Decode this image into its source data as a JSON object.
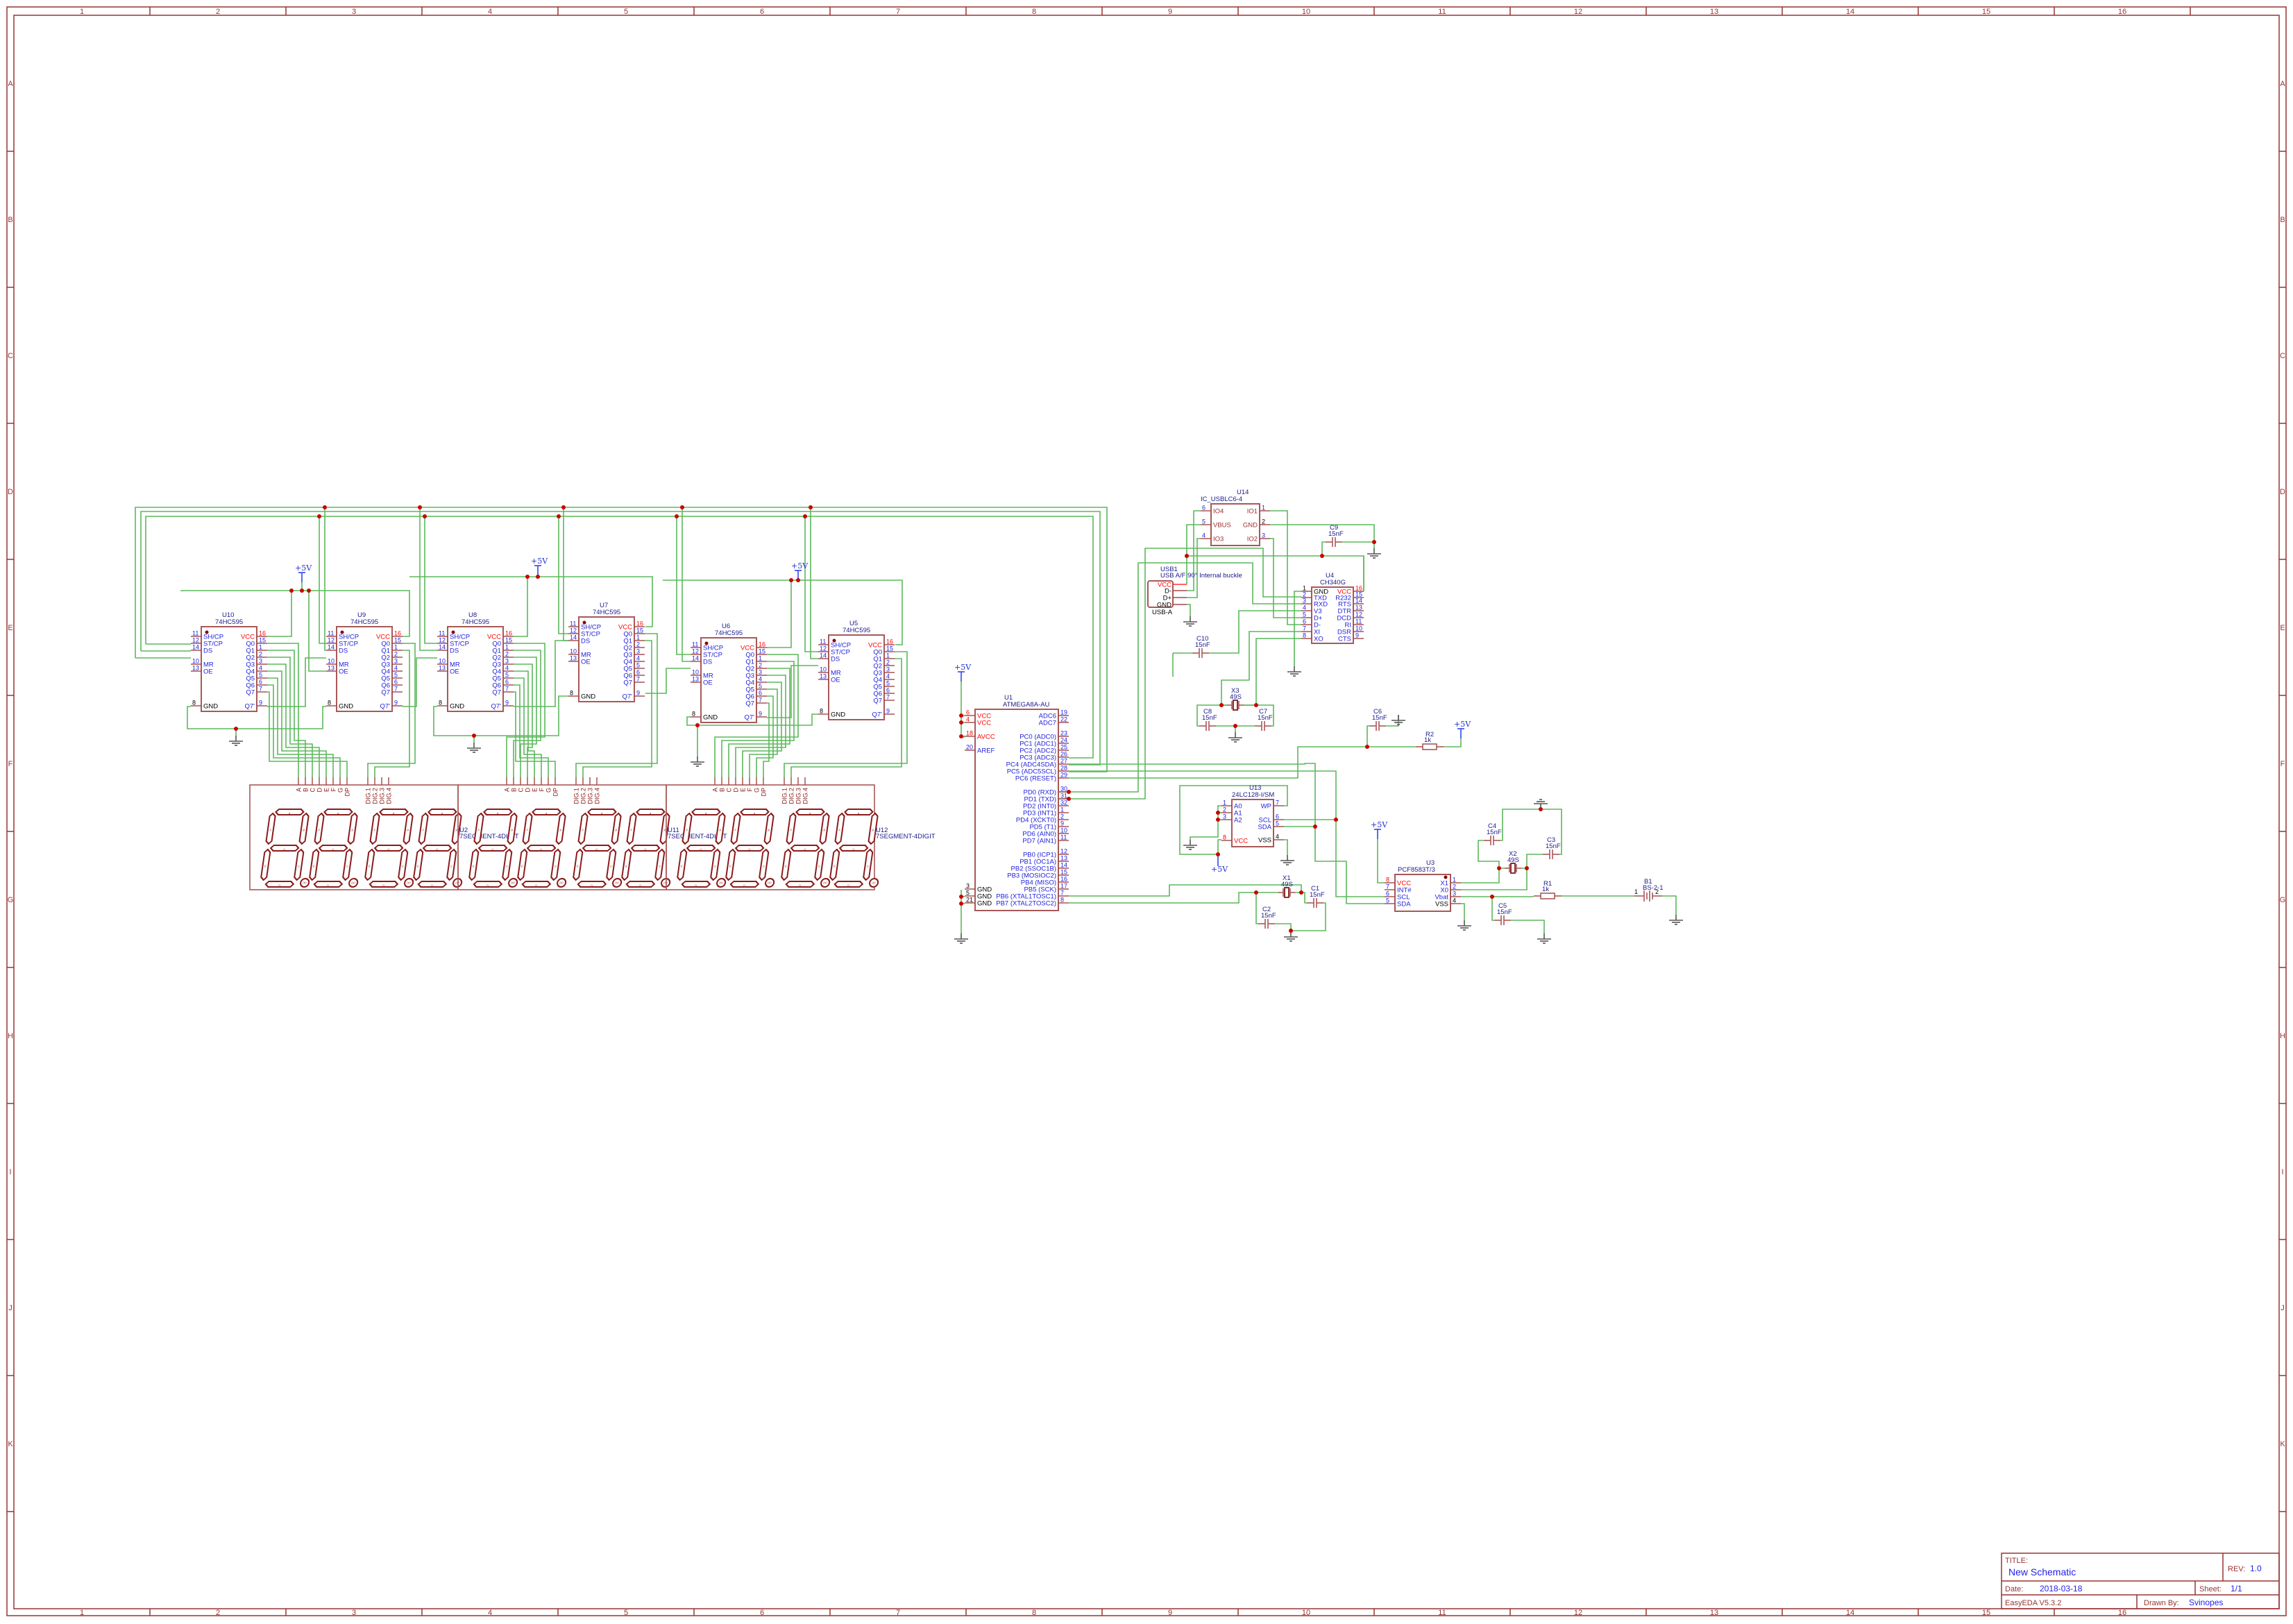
{
  "frame": {
    "columns": [
      "1",
      "2",
      "3",
      "4",
      "5",
      "6",
      "7",
      "8",
      "9",
      "10",
      "11",
      "12",
      "13",
      "14",
      "15",
      "16"
    ],
    "rows": [
      "A",
      "B",
      "C",
      "D",
      "E",
      "F",
      "G",
      "H",
      "I",
      "J",
      "K"
    ]
  },
  "title_block": {
    "title_label": "TITLE:",
    "title": "New Schematic",
    "rev_label": "REV:",
    "rev": "1.0",
    "date_label": "Date:",
    "date": "2018-03-18",
    "sheet_label": "Sheet:",
    "sheet": "1/1",
    "software": "EasyEDA V5.3.2",
    "drawn_by_label": "Drawn By:",
    "drawn_by": "Svinopes"
  },
  "colors": {
    "frame": "#993333",
    "wire": "#5cb85c",
    "pin_name": "#2222dd",
    "power_pin": "#ff0000",
    "junction": "#cc0000",
    "component_outline": "#a85858",
    "designator": "#1a1a8c"
  },
  "power_label": "+5V",
  "shift_register_pins": {
    "left": [
      [
        "11",
        "SH/CP"
      ],
      [
        "12",
        "ST/CP"
      ],
      [
        "14",
        "DS"
      ],
      [
        "10",
        "MR"
      ],
      [
        "13",
        "OE"
      ],
      [
        "8",
        "GND"
      ]
    ],
    "right": [
      [
        "16",
        "VCC"
      ],
      [
        "15",
        "Q0"
      ],
      [
        "1",
        "Q1"
      ],
      [
        "2",
        "Q2"
      ],
      [
        "3",
        "Q3"
      ],
      [
        "4",
        "Q4"
      ],
      [
        "5",
        "Q5"
      ],
      [
        "6",
        "Q6"
      ],
      [
        "7",
        "Q7"
      ],
      [
        "9",
        "Q7'"
      ]
    ]
  },
  "shift_registers": [
    {
      "ref": "U10",
      "value": "74HC595"
    },
    {
      "ref": "U9",
      "value": "74HC595"
    },
    {
      "ref": "U8",
      "value": "74HC595"
    },
    {
      "ref": "U7",
      "value": "74HC595"
    },
    {
      "ref": "U6",
      "value": "74HC595"
    },
    {
      "ref": "U5",
      "value": "74HC595"
    }
  ],
  "displays": [
    {
      "ref": "U2",
      "value": "7SEGMENT-4DIGIT"
    },
    {
      "ref": "U11",
      "value": "7SEGMENT-4DIGIT"
    },
    {
      "ref": "U12",
      "value": "7SEGMENT-4DIGIT"
    }
  ],
  "display_pins": [
    "A",
    "B",
    "C",
    "D",
    "E",
    "F",
    "G",
    "DP",
    "DIG.1",
    "DIG.2",
    "DIG.3",
    "DIG.4"
  ],
  "segment_letters": [
    "A",
    "B",
    "C",
    "D",
    "E",
    "F",
    "G",
    "DP"
  ],
  "mcu": {
    "ref": "U1",
    "value": "ATMEGA8A-AU",
    "left": [
      [
        "6",
        "VCC"
      ],
      [
        "4",
        "VCC"
      ],
      [
        "18",
        "AVCC"
      ],
      [
        "20",
        "AREF"
      ],
      [
        "3",
        "GND"
      ],
      [
        "5",
        "GND"
      ],
      [
        "21",
        "GND"
      ]
    ],
    "right": [
      [
        "19",
        "ADC6"
      ],
      [
        "22",
        "ADC7"
      ],
      [
        "23",
        "PC0 (ADC0)"
      ],
      [
        "24",
        "PC1 (ADC1)"
      ],
      [
        "25",
        "PC2 (ADC2)"
      ],
      [
        "26",
        "PC3 (ADC3)"
      ],
      [
        "27",
        "PC4 (ADC4SDA)"
      ],
      [
        "28",
        "PC5 (ADC5SCL)"
      ],
      [
        "29",
        "PC6 (RESET)"
      ],
      [
        "30",
        "PD0 (RXD)"
      ],
      [
        "31",
        "PD1 (TXD)"
      ],
      [
        "32",
        "PD2 (INT0)"
      ],
      [
        "1",
        "PD3 (INT1)"
      ],
      [
        "2",
        "PD4 (XCKT0)"
      ],
      [
        "9",
        "PD5 (T1)"
      ],
      [
        "10",
        "PD6 (AIN0)"
      ],
      [
        "11",
        "PD7 (AIN1)"
      ],
      [
        "12",
        "PB0 (ICP1)"
      ],
      [
        "13",
        "PB1 (OC1A)"
      ],
      [
        "14",
        "PB2 (SSOC1B)"
      ],
      [
        "15",
        "PB3 (MOSIOC2)"
      ],
      [
        "16",
        "PB4 (MISO)"
      ],
      [
        "17",
        "PB5 (SCK)"
      ],
      [
        "7",
        "PB6 (XTAL1TOSC1)"
      ],
      [
        "8",
        "PB7 (XTAL2TOSC2)"
      ]
    ]
  },
  "usb_protect": {
    "ref": "U14",
    "value": "IC_USBLC6-4",
    "left": [
      [
        "6",
        "IO4"
      ],
      [
        "5",
        "VBUS"
      ],
      [
        "4",
        "IO3"
      ]
    ],
    "right": [
      [
        "1",
        "IO1"
      ],
      [
        "2",
        "GND"
      ],
      [
        "3",
        "IO2"
      ]
    ]
  },
  "usb_connector": {
    "ref": "USB1",
    "value": "USB A/F 90° Internal buckle",
    "footprint": "USB-A",
    "pins": [
      "VCC",
      "D-",
      "D+",
      "GND"
    ]
  },
  "usb_uart": {
    "ref": "U4",
    "value": "CH340G",
    "left": [
      [
        "1",
        "GND"
      ],
      [
        "2",
        "TXD"
      ],
      [
        "3",
        "RXD"
      ],
      [
        "4",
        "V3"
      ],
      [
        "5",
        "D+"
      ],
      [
        "6",
        "D-"
      ],
      [
        "7",
        "XI"
      ],
      [
        "8",
        "XO"
      ]
    ],
    "right": [
      [
        "16",
        "VCC"
      ],
      [
        "15",
        "R232"
      ],
      [
        "14",
        "RTS"
      ],
      [
        "13",
        "DTR"
      ],
      [
        "12",
        "DCD"
      ],
      [
        "11",
        "RI"
      ],
      [
        "10",
        "DSR"
      ],
      [
        "9",
        "CTS"
      ]
    ]
  },
  "eeprom": {
    "ref": "U13",
    "value": "24LC128-I/SM",
    "left": [
      [
        "1",
        "A0"
      ],
      [
        "2",
        "A1"
      ],
      [
        "3",
        "A2"
      ],
      [
        "8",
        "VCC"
      ]
    ],
    "right": [
      [
        "7",
        "WP"
      ],
      [
        "6",
        "SCL"
      ],
      [
        "5",
        "SDA"
      ],
      [
        "4",
        "VSS"
      ]
    ]
  },
  "rtc": {
    "ref": "U3",
    "value": "PCF8583T/3",
    "left": [
      [
        "8",
        "VCC"
      ],
      [
        "7",
        "INT#"
      ],
      [
        "6",
        "SCL"
      ],
      [
        "5",
        "SDA"
      ]
    ],
    "right": [
      [
        "1",
        "X1"
      ],
      [
        "2",
        "X0"
      ],
      [
        "3",
        "Vbat"
      ],
      [
        "4",
        "VSS"
      ]
    ]
  },
  "passives": [
    {
      "ref": "C9",
      "value": "15nF",
      "kind": "capacitor"
    },
    {
      "ref": "C10",
      "value": "15nF",
      "kind": "capacitor"
    },
    {
      "ref": "C8",
      "value": "15nF",
      "kind": "capacitor"
    },
    {
      "ref": "C7",
      "value": "15nF",
      "kind": "capacitor"
    },
    {
      "ref": "X3",
      "value": "49S",
      "kind": "crystal"
    },
    {
      "ref": "C6",
      "value": "15nF",
      "kind": "capacitor"
    },
    {
      "ref": "R2",
      "value": "1k",
      "kind": "resistor"
    },
    {
      "ref": "X1",
      "value": "49S",
      "kind": "crystal"
    },
    {
      "ref": "C1",
      "value": "15nF",
      "kind": "capacitor"
    },
    {
      "ref": "C2",
      "value": "15nF",
      "kind": "capacitor"
    },
    {
      "ref": "C4",
      "value": "15nF",
      "kind": "capacitor"
    },
    {
      "ref": "C3",
      "value": "15nF",
      "kind": "capacitor"
    },
    {
      "ref": "X2",
      "value": "49S",
      "kind": "crystal"
    },
    {
      "ref": "C5",
      "value": "15nF",
      "kind": "capacitor"
    },
    {
      "ref": "R1",
      "value": "1k",
      "kind": "resistor"
    },
    {
      "ref": "B1",
      "value": "BS-2-1",
      "kind": "battery",
      "pins": [
        "1",
        "2"
      ]
    }
  ]
}
